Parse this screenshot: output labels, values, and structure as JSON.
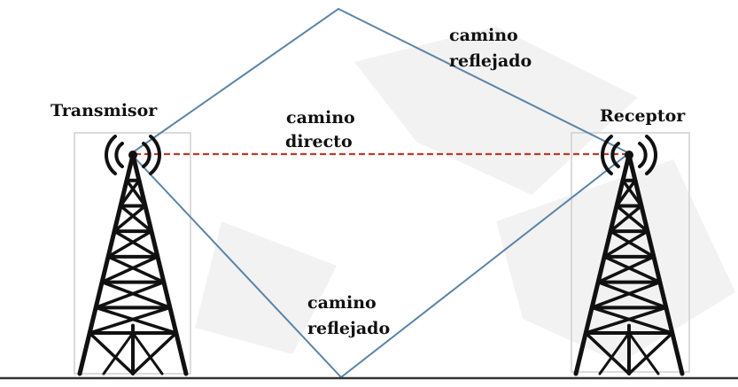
{
  "labels": {
    "transmitter": "Transmisor",
    "receiver": "Receptor",
    "direct_path": [
      "camino",
      "directo"
    ],
    "reflected_top": [
      "camino",
      "reflejado"
    ],
    "reflected_bottom": [
      "camino",
      "reflejado"
    ]
  },
  "colors": {
    "reflected_path": "#5b84a8",
    "direct_path": "#c0392b",
    "tower": "#111111",
    "ground": "#333333",
    "tower_frame": "#cccccc",
    "watermark": "#f1f1f1"
  }
}
